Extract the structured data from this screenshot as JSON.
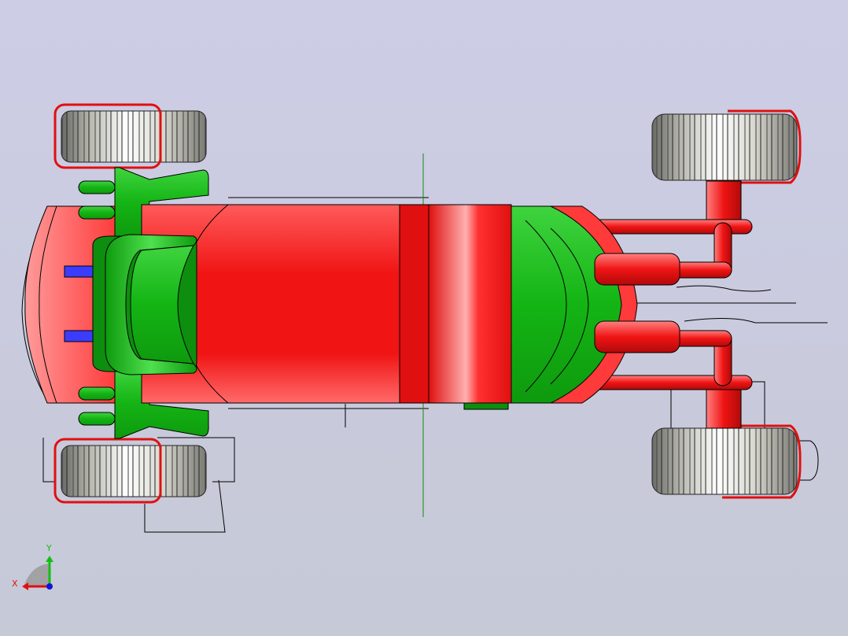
{
  "viewport": {
    "background_top": "#cdcde6",
    "background_bottom": "#c6c9d6"
  },
  "colors": {
    "body_red": "#f01414",
    "frame_green": "#14b414",
    "tire_gray": "#c8c8c0",
    "axle_blue": "#3c3cff",
    "edge_black": "#000000",
    "axis_x": "#e01010",
    "axis_y": "#10c010",
    "axis_z": "#1010e0"
  },
  "model": {
    "name_icon": "tractor-model-top-view",
    "wheels": [
      "front-left-wheel",
      "front-right-wheel",
      "rear-left-wheel",
      "rear-right-wheel"
    ]
  },
  "triad": {
    "x_label": "X",
    "y_label": "Y"
  }
}
